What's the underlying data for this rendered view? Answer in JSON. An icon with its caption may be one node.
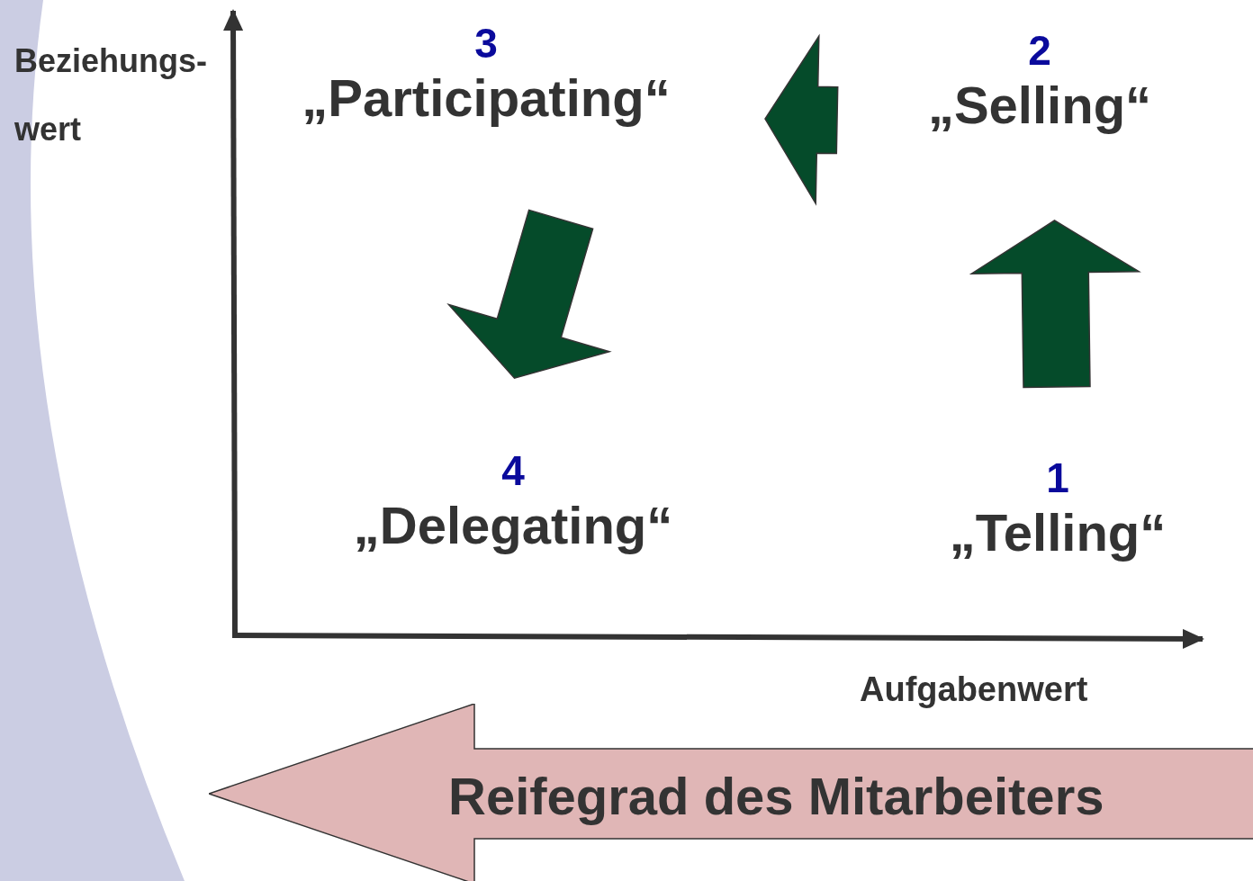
{
  "diagram": {
    "nodes": [
      {
        "text": [
          "1",
          "„Telling“"
        ]
      },
      {
        "text": [
          "2",
          "„Selling“"
        ]
      },
      {
        "text": [
          "3",
          "„Participating“"
        ]
      },
      {
        "text": [
          "4",
          "„Delegating“"
        ]
      },
      {
        "text": [
          "Reifegrad des Mitarbeiters"
        ]
      }
    ],
    "edges": [
      {
        "from": 0,
        "to": 1,
        "arrow": "to"
      },
      {
        "from": 1,
        "to": 2,
        "arrow": "to"
      },
      {
        "from": 2,
        "to": 3,
        "arrow": "to"
      }
    ],
    "labels": [
      "Beziehungs- wert",
      "Aufgabenwert"
    ]
  }
}
